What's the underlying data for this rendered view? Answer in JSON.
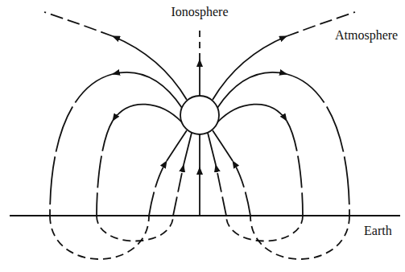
{
  "diagram": {
    "labels": [
      "Ionosphere",
      "Atmosphere",
      "Earth"
    ]
  }
}
